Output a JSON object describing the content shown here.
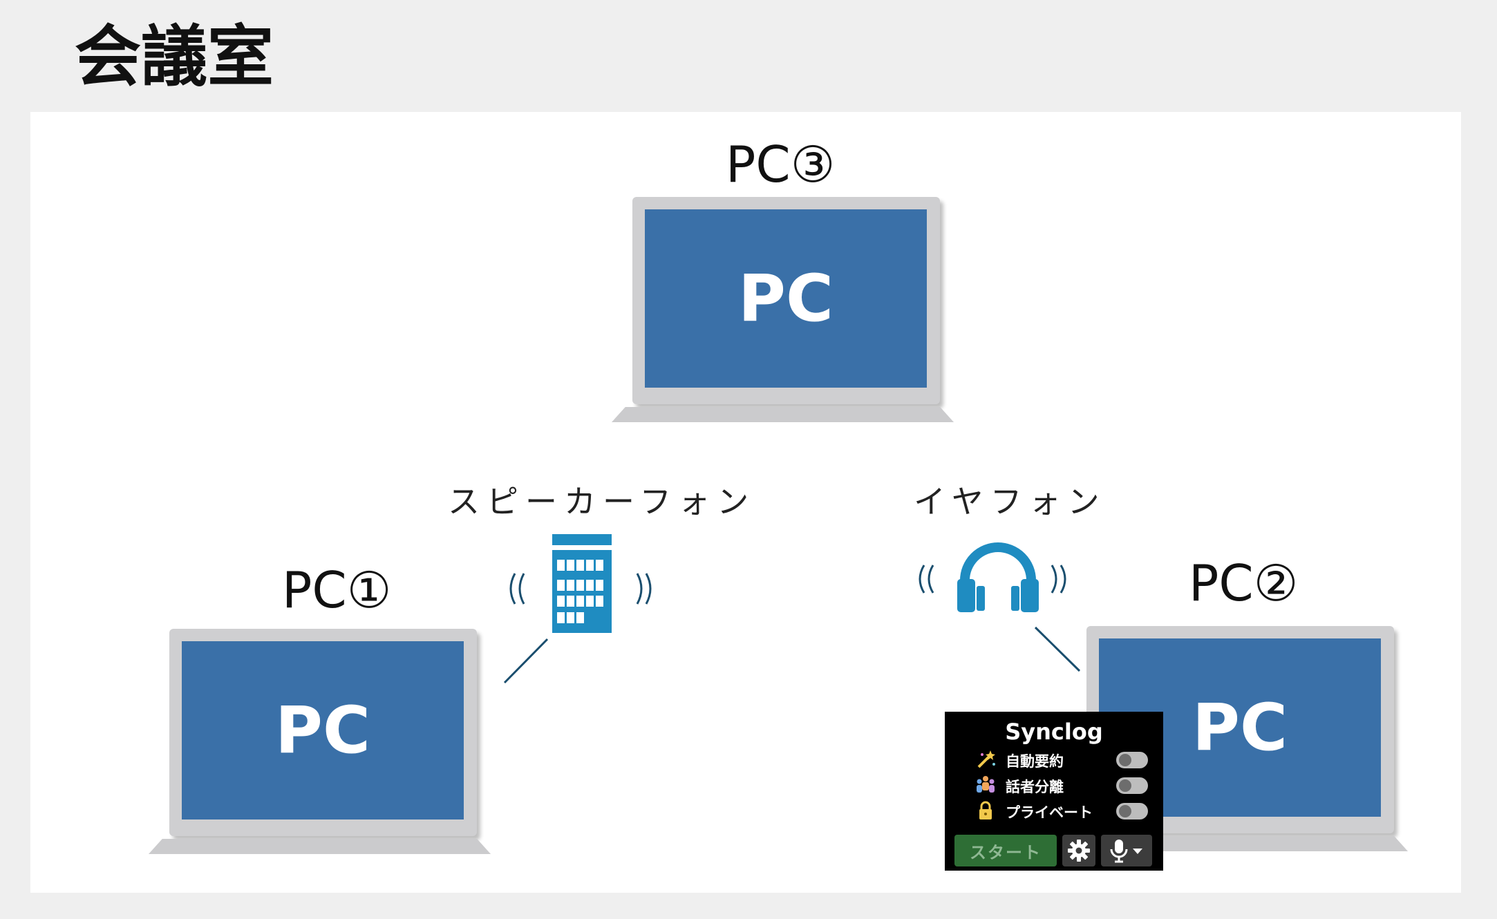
{
  "page": {
    "title": "会議室"
  },
  "devices": {
    "pc1": {
      "label": "PC①",
      "screen": "PC"
    },
    "pc2": {
      "label": "PC②",
      "screen": "PC"
    },
    "pc3": {
      "label": "PC③",
      "screen": "PC"
    },
    "speakerphone": {
      "label": "スピーカーフォン",
      "icon": "speakerphone-icon"
    },
    "earphone": {
      "label": "イヤフォン",
      "icon": "headphones-icon"
    }
  },
  "colors": {
    "screen": "#3a70a8",
    "frame": "#cfcfd1",
    "accent": "#1f8cc1",
    "connector": "#1a4e6e"
  },
  "widget": {
    "title": "Synclog",
    "items": [
      {
        "label": "自動要約",
        "icon": "magic-wand-icon",
        "enabled": false
      },
      {
        "label": "話者分離",
        "icon": "people-icon",
        "enabled": false
      },
      {
        "label": "プライベート",
        "icon": "lock-icon",
        "enabled": false
      }
    ],
    "start_label": "スタート",
    "settings_icon": "gear-icon",
    "mic_icon": "microphone-icon"
  }
}
